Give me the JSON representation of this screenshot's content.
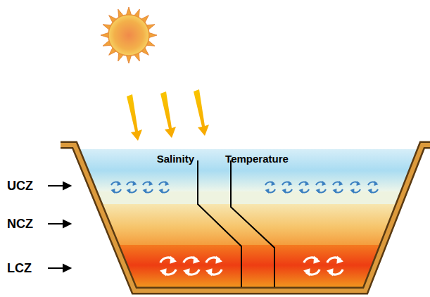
{
  "diagram": {
    "labels": [
      "Salinity",
      "Temperature",
      "UCZ",
      "NCZ",
      "LCZ"
    ]
  }
}
